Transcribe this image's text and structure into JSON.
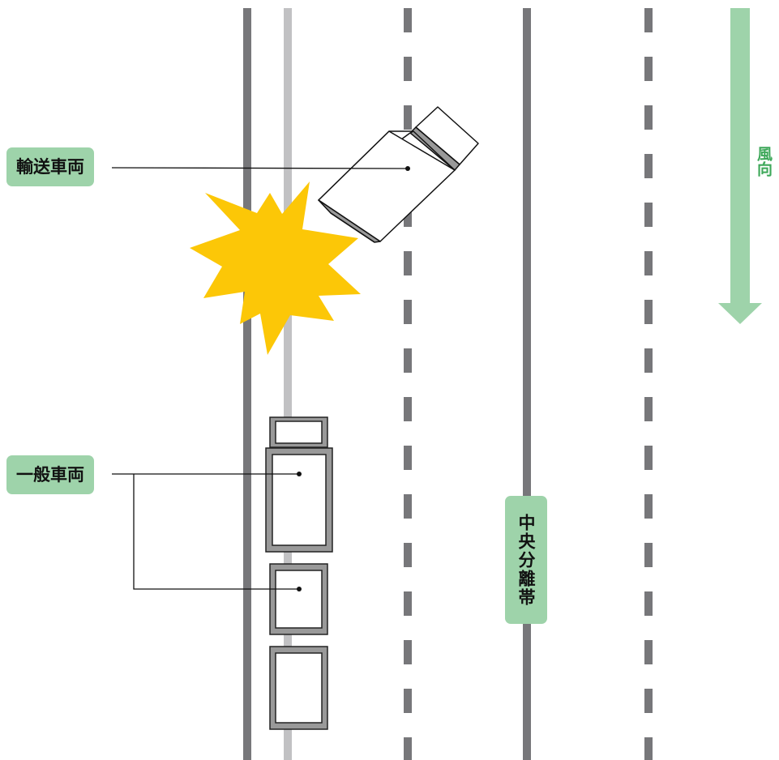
{
  "labels": {
    "transport_vehicle": "輸送車両",
    "general_vehicle": "一般車両",
    "median": "中央分離帯",
    "wind_direction": "風向"
  },
  "colors": {
    "road_line": "#77777a",
    "lane_line_light": "#c1c1c3",
    "label_bg": "#9ed3aa",
    "wind_arrow": "#9ed3aa",
    "wind_text": "#3ea85a",
    "collision": "#fcc707",
    "vehicle_shadow": "#999999"
  },
  "icons": {
    "collision": "explosion-burst-icon",
    "wind": "down-arrow-icon"
  }
}
